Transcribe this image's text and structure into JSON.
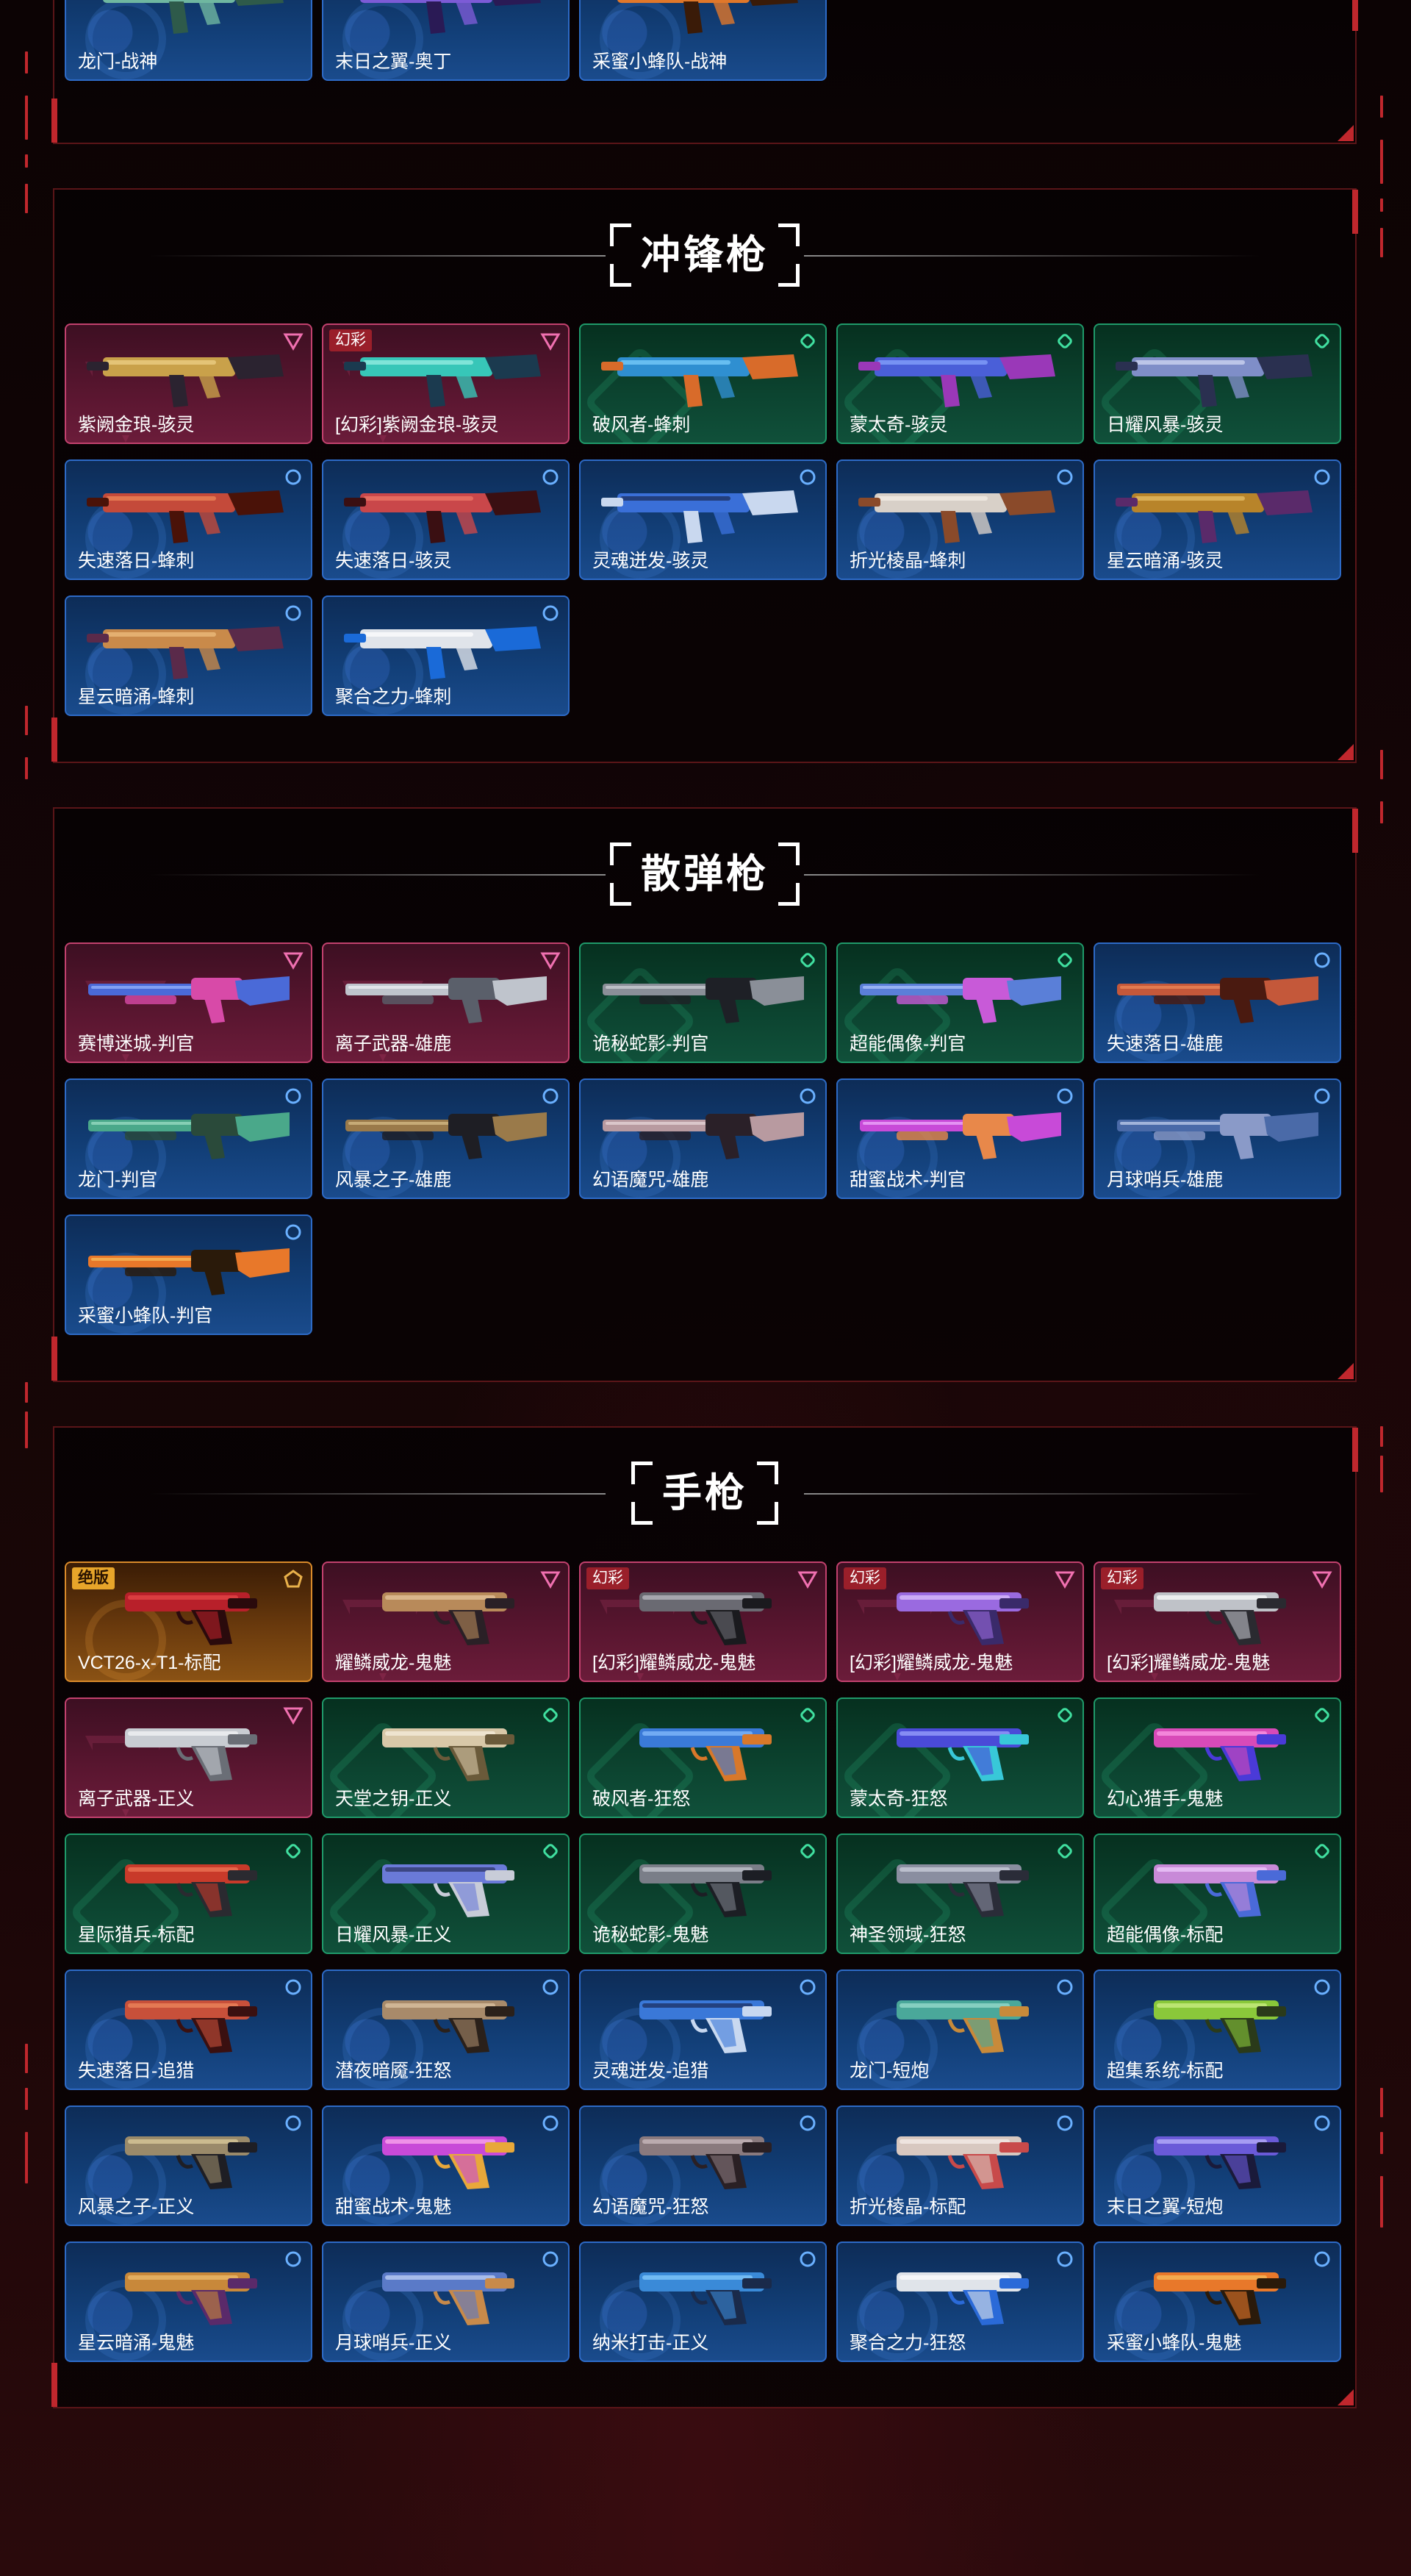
{
  "colors": {
    "accent": "#c0272d",
    "blue_tier": "#2d6ac6",
    "pink_tier": "#c2416e",
    "green_tier": "#1f9a6a",
    "gold_tier": "#d98a2a"
  },
  "sections": {
    "top": {
      "items": [
        {
          "name": "龙门-战神",
          "tier": "blue",
          "palette": [
            "#6fb7a0",
            "#2e5a4a",
            "#c9e2d7"
          ]
        },
        {
          "name": "末日之翼-奥丁",
          "tier": "blue",
          "palette": [
            "#7c5bd6",
            "#2a1a55",
            "#cab8ff"
          ]
        },
        {
          "name": "采蜜小蜂队-战神",
          "tier": "blue",
          "palette": [
            "#e0772a",
            "#3a1b08",
            "#f5c36a"
          ]
        }
      ]
    },
    "smg": {
      "title": "冲锋枪",
      "items": [
        {
          "name": "紫阙金琅-骇灵",
          "tier": "pink",
          "badge": "",
          "palette": [
            "#c9a14a",
            "#2b2330",
            "#f0d38a"
          ]
        },
        {
          "name": "[幻彩]紫阙金琅-骇灵",
          "tier": "pink",
          "badge": "幻彩",
          "palette": [
            "#37c6b8",
            "#1b3a4f",
            "#9ef1e6"
          ]
        },
        {
          "name": "破风者-蜂刺",
          "tier": "green",
          "badge": "",
          "palette": [
            "#2f8fd1",
            "#d86b2a",
            "#7fd1ff"
          ]
        },
        {
          "name": "蒙太奇-骇灵",
          "tier": "green",
          "badge": "",
          "palette": [
            "#4a5fd8",
            "#9a38b8",
            "#8aa8ff"
          ]
        },
        {
          "name": "日耀风暴-骇灵",
          "tier": "green",
          "badge": "",
          "palette": [
            "#7f8ec8",
            "#2a3050",
            "#d6ddf5"
          ]
        },
        {
          "name": "失速落日-蜂刺",
          "tier": "blue",
          "badge": "",
          "palette": [
            "#c44a3a",
            "#4a1208",
            "#f08a5a"
          ]
        },
        {
          "name": "失速落日-骇灵",
          "tier": "blue",
          "badge": "",
          "palette": [
            "#c9474a",
            "#3a0f12",
            "#f07a6a"
          ]
        },
        {
          "name": "灵魂迸发-骇灵",
          "tier": "blue",
          "badge": "",
          "palette": [
            "#3a6fd8",
            "#c9d8ef",
            "#1a2a55"
          ]
        },
        {
          "name": "折光棱晶-蜂刺",
          "tier": "blue",
          "badge": "",
          "palette": [
            "#d8d0c8",
            "#8a4a2a",
            "#f5efe8"
          ]
        },
        {
          "name": "星云暗涌-骇灵",
          "tier": "blue",
          "badge": "",
          "palette": [
            "#b8842a",
            "#5a2a6a",
            "#e8c26a"
          ]
        },
        {
          "name": "星云暗涌-蜂刺",
          "tier": "blue",
          "badge": "",
          "palette": [
            "#c98a4a",
            "#5a2a4a",
            "#f0c080"
          ]
        },
        {
          "name": "聚合之力-蜂刺",
          "tier": "blue",
          "badge": "",
          "palette": [
            "#e0e4ea",
            "#1a6ad8",
            "#ffffff"
          ]
        }
      ]
    },
    "shotgun": {
      "title": "散弹枪",
      "items": [
        {
          "name": "赛博迷城-判官",
          "tier": "pink",
          "badge": "",
          "palette": [
            "#4a6ad8",
            "#d84aa8",
            "#9ab8ff"
          ]
        },
        {
          "name": "离子武器-雄鹿",
          "tier": "pink",
          "badge": "",
          "palette": [
            "#bfc4cc",
            "#5a5f6a",
            "#f0f2f5"
          ]
        },
        {
          "name": "诡秘蛇影-判官",
          "tier": "green",
          "badge": "",
          "palette": [
            "#8a8f98",
            "#1e2026",
            "#d0d3d8"
          ]
        },
        {
          "name": "超能偶像-判官",
          "tier": "green",
          "badge": "",
          "palette": [
            "#5a7fd8",
            "#c85ad8",
            "#b0c8ff"
          ]
        },
        {
          "name": "失速落日-雄鹿",
          "tier": "blue",
          "badge": "",
          "palette": [
            "#c4583a",
            "#4a1a10",
            "#f08a5a"
          ]
        },
        {
          "name": "龙门-判官",
          "tier": "blue",
          "badge": "",
          "palette": [
            "#4aa88a",
            "#2a4a3a",
            "#9fe0c8"
          ]
        },
        {
          "name": "风暴之子-雄鹿",
          "tier": "blue",
          "badge": "",
          "palette": [
            "#9a7a4a",
            "#1e1e24",
            "#d8c08a"
          ]
        },
        {
          "name": "幻语魔咒-雄鹿",
          "tier": "blue",
          "badge": "",
          "palette": [
            "#b89aa0",
            "#2a2028",
            "#e8d8dc"
          ]
        },
        {
          "name": "甜蜜战术-判官",
          "tier": "blue",
          "badge": "",
          "palette": [
            "#c84ad8",
            "#e8884a",
            "#f0b0ff"
          ]
        },
        {
          "name": "月球哨兵-雄鹿",
          "tier": "blue",
          "badge": "",
          "palette": [
            "#4a6aa8",
            "#8a9ac8",
            "#c8d4f0"
          ]
        },
        {
          "name": "采蜜小蜂队-判官",
          "tier": "blue",
          "badge": "",
          "palette": [
            "#e8782a",
            "#2a1a0a",
            "#f8c060"
          ]
        }
      ]
    },
    "pistol": {
      "title": "手枪",
      "items": [
        {
          "name": "VCT26-x-T1-标配",
          "tier": "gold",
          "badge": "绝版",
          "palette": [
            "#b8202a",
            "#2a0a0c",
            "#e84a4a"
          ]
        },
        {
          "name": "耀鳞威龙-鬼魅",
          "tier": "pink",
          "badge": "",
          "palette": [
            "#b88a5a",
            "#2a2026",
            "#e8c8a0"
          ]
        },
        {
          "name": "[幻彩]耀鳞威龙-鬼魅",
          "tier": "pink",
          "badge": "幻彩",
          "palette": [
            "#6a6a72",
            "#1a1a1e",
            "#c0c0c8"
          ]
        },
        {
          "name": "[幻彩]耀鳞威龙-鬼魅",
          "tier": "pink",
          "badge": "幻彩",
          "palette": [
            "#9a6ae0",
            "#3a2a6a",
            "#e0c8ff"
          ]
        },
        {
          "name": "[幻彩]耀鳞威龙-鬼魅",
          "tier": "pink",
          "badge": "幻彩",
          "palette": [
            "#bfc2c8",
            "#2a2a30",
            "#ffffff"
          ]
        },
        {
          "name": "离子武器-正义",
          "tier": "pink",
          "badge": "",
          "palette": [
            "#c8ccd2",
            "#6a6e76",
            "#f5f6f8"
          ]
        },
        {
          "name": "天堂之钥-正义",
          "tier": "green",
          "badge": "",
          "palette": [
            "#d8c8a8",
            "#6a5a3a",
            "#f8f0e0"
          ]
        },
        {
          "name": "破风者-狂怒",
          "tier": "green",
          "badge": "",
          "palette": [
            "#3a7ad8",
            "#d8782a",
            "#8ac0ff"
          ]
        },
        {
          "name": "蒙太奇-狂怒",
          "tier": "green",
          "badge": "",
          "palette": [
            "#4a4ad8",
            "#38c8d8",
            "#a0a8ff"
          ]
        },
        {
          "name": "幻心猎手-鬼魅",
          "tier": "green",
          "badge": "",
          "palette": [
            "#d84ab8",
            "#4a3ad8",
            "#ffa0e8"
          ]
        },
        {
          "name": "星际猎兵-标配",
          "tier": "green",
          "badge": "",
          "palette": [
            "#c83a2a",
            "#2a2a30",
            "#f07a5a"
          ]
        },
        {
          "name": "日耀风暴-正义",
          "tier": "green",
          "badge": "",
          "palette": [
            "#6a7ad8",
            "#c8ccd8",
            "#2a3060"
          ]
        },
        {
          "name": "诡秘蛇影-鬼魅",
          "tier": "green",
          "badge": "",
          "palette": [
            "#7a7e88",
            "#1c1e24",
            "#c8ccd4"
          ]
        },
        {
          "name": "神圣领域-狂怒",
          "tier": "green",
          "badge": "",
          "palette": [
            "#8a8ea0",
            "#2a2c38",
            "#d0d4e0"
          ]
        },
        {
          "name": "超能偶像-标配",
          "tier": "green",
          "badge": "",
          "palette": [
            "#c88ad8",
            "#4a6ad8",
            "#f0d0ff"
          ]
        },
        {
          "name": "失速落日-追猎",
          "tier": "blue",
          "badge": "",
          "palette": [
            "#c8503a",
            "#3a1010",
            "#f08a60"
          ]
        },
        {
          "name": "潜夜暗魇-狂怒",
          "tier": "blue",
          "badge": "",
          "palette": [
            "#a88a6a",
            "#2a201a",
            "#e0c8a8"
          ]
        },
        {
          "name": "灵魂迸发-追猎",
          "tier": "blue",
          "badge": "",
          "palette": [
            "#3a78d8",
            "#c8d8f0",
            "#1a2a5a"
          ]
        },
        {
          "name": "龙门-短炮",
          "tier": "blue",
          "badge": "",
          "palette": [
            "#4aa89a",
            "#c88a3a",
            "#a0e0d0"
          ]
        },
        {
          "name": "超集系统-标配",
          "tier": "blue",
          "badge": "",
          "palette": [
            "#8ac83a",
            "#2a3a1a",
            "#d0f08a"
          ]
        },
        {
          "name": "风暴之子-正义",
          "tier": "blue",
          "badge": "",
          "palette": [
            "#9a8a6a",
            "#1e1e24",
            "#e0d0a0"
          ]
        },
        {
          "name": "甜蜜战术-鬼魅",
          "tier": "blue",
          "badge": "",
          "palette": [
            "#c84ad8",
            "#e8a83a",
            "#ffb0f0"
          ]
        },
        {
          "name": "幻语魔咒-狂怒",
          "tier": "blue",
          "badge": "",
          "palette": [
            "#8a7a7e",
            "#2a2024",
            "#d0c0c4"
          ]
        },
        {
          "name": "折光棱晶-标配",
          "tier": "blue",
          "badge": "",
          "palette": [
            "#d8c8c0",
            "#c84a4a",
            "#f8f0ec"
          ]
        },
        {
          "name": "末日之翼-短炮",
          "tier": "blue",
          "badge": "",
          "palette": [
            "#6a5ad8",
            "#1a1a3a",
            "#c0b8ff"
          ]
        },
        {
          "name": "星云暗涌-鬼魅",
          "tier": "blue",
          "badge": "",
          "palette": [
            "#c8883a",
            "#5a2a6a",
            "#f0c070"
          ]
        },
        {
          "name": "月球哨兵-正义",
          "tier": "blue",
          "badge": "",
          "palette": [
            "#5a7ac8",
            "#c88a4a",
            "#c8d8f8"
          ]
        },
        {
          "name": "纳米打击-正义",
          "tier": "blue",
          "badge": "",
          "palette": [
            "#3a8ad8",
            "#1a2a4a",
            "#8ad0ff"
          ]
        },
        {
          "name": "聚合之力-狂怒",
          "tier": "blue",
          "badge": "",
          "palette": [
            "#e0e4ea",
            "#2a6ad8",
            "#ffffff"
          ]
        },
        {
          "name": "采蜜小蜂队-鬼魅",
          "tier": "blue",
          "badge": "",
          "palette": [
            "#e8782a",
            "#2a1a0a",
            "#f8c060"
          ]
        }
      ]
    }
  }
}
